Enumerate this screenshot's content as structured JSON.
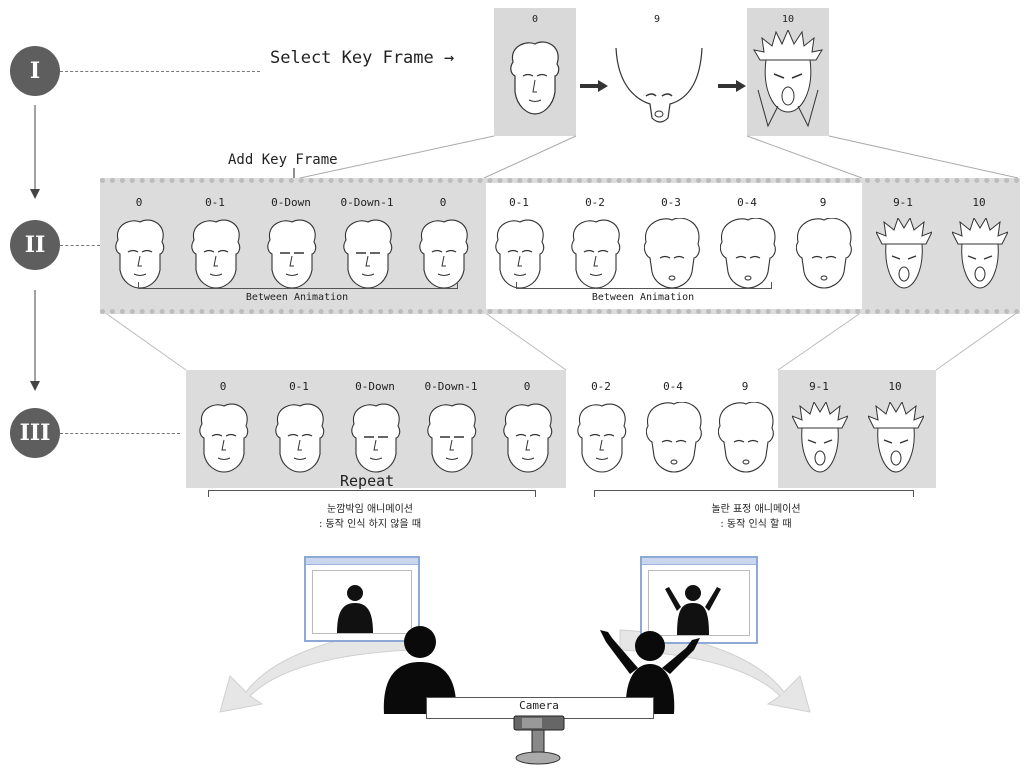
{
  "stages": {
    "one": "I",
    "two": "II",
    "three": "III"
  },
  "labels": {
    "select_key_frame": "Select Key Frame →",
    "add_key_frame": "Add Key Frame",
    "between_animation": "Between Animation",
    "repeat": "Repeat",
    "camera": "Camera"
  },
  "row1": {
    "frames": [
      "0",
      "9",
      "10"
    ]
  },
  "row2": {
    "group_a": [
      "0",
      "0-1",
      "0-Down",
      "0-Down-1",
      "0"
    ],
    "group_b": [
      "0-1",
      "0-2",
      "0-3",
      "0-4",
      "9"
    ],
    "group_c": [
      "9-1",
      "10"
    ]
  },
  "row3": {
    "group_a": [
      "0",
      "0-1",
      "0-Down",
      "0-Down-1",
      "0"
    ],
    "group_b": [
      "0-2",
      "0-4",
      "9"
    ],
    "group_c": [
      "9-1",
      "10"
    ]
  },
  "captions": {
    "left_line1": "눈깜박임 애니메이션",
    "left_line2": ": 동작 인식 하지 않을 때",
    "right_line1": "놀란 표정 애니메이션",
    "right_line2": ": 동작 인식 할 때"
  },
  "colors": {
    "stage_circle": "#5e5e5e",
    "panel_gray": "#d9d9d9",
    "screen_border": "#8ea9d6"
  }
}
